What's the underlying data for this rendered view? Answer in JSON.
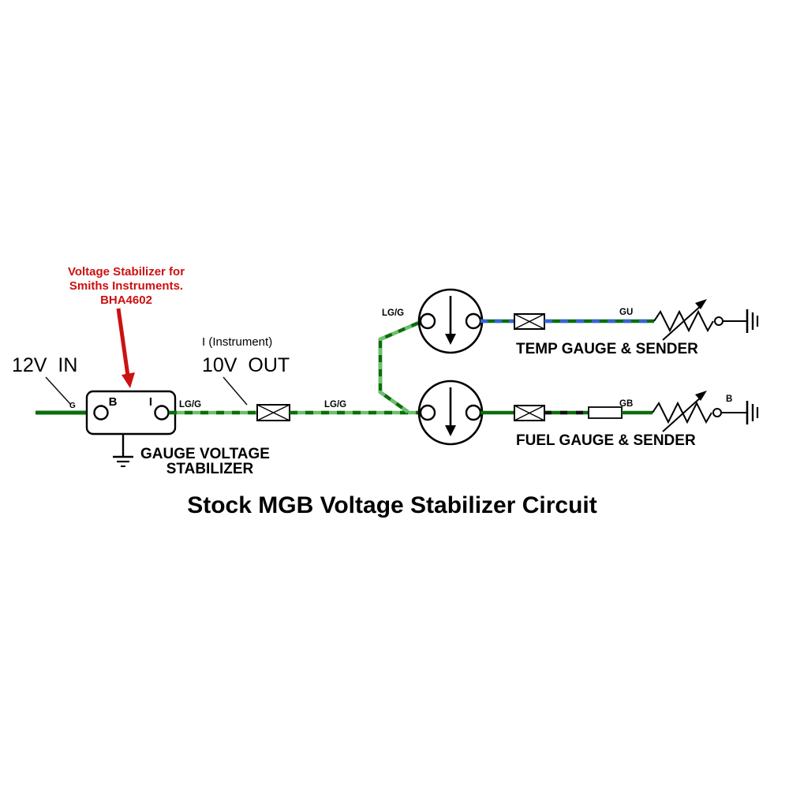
{
  "title": "Stock MGB Voltage Stabilizer Circuit",
  "annotation": {
    "lines": [
      "Voltage Stabilizer for",
      "Smiths Instruments.",
      "BHA4602"
    ]
  },
  "input": {
    "label": "12V  IN",
    "wire_code": "G"
  },
  "output": {
    "note": "I (Instrument)",
    "label": "10V  OUT"
  },
  "stabilizer": {
    "terminal_b": "B",
    "terminal_i": "I",
    "caption_line1": "GAUGE VOLTAGE",
    "caption_line2": "STABILIZER"
  },
  "wires": {
    "stabilizer_out": "LG/G",
    "to_fuel": "LG/G",
    "to_temp": "LG/G",
    "temp_sender": "GU",
    "fuel_sender": "GB",
    "fuel_ground": "B"
  },
  "temp": {
    "caption": "TEMP GAUGE & SENDER"
  },
  "fuel": {
    "caption": "FUEL GAUGE & SENDER"
  },
  "colors": {
    "annotation_red": "#cc1111",
    "dark_green": "#0a6e0a",
    "light_green": "#6cc06c",
    "blue": "#3a62d8",
    "black": "#111111"
  }
}
